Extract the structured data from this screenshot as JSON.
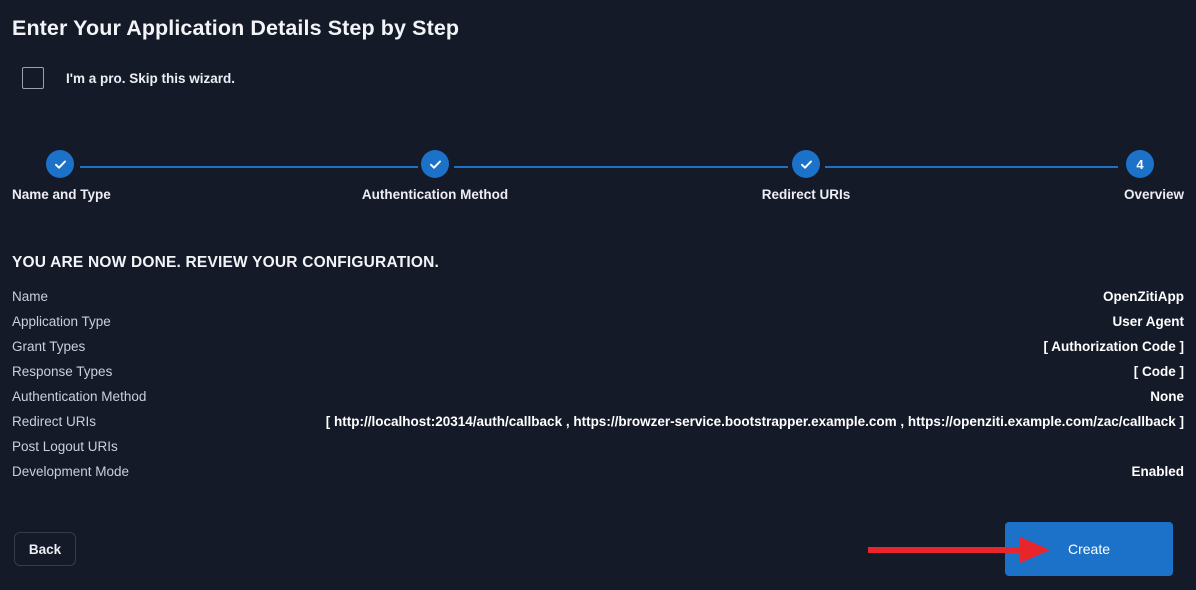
{
  "page": {
    "title": "Enter Your Application Details Step by Step"
  },
  "skip": {
    "label": "I'm a pro. Skip this wizard.",
    "checked": false
  },
  "stepper": {
    "steps": [
      {
        "index": "1",
        "label": "Name and Type",
        "state": "complete",
        "glyph": "check"
      },
      {
        "index": "2",
        "label": "Authentication Method",
        "state": "complete",
        "glyph": "check"
      },
      {
        "index": "3",
        "label": "Redirect URIs",
        "state": "complete",
        "glyph": "check"
      },
      {
        "index": "4",
        "label": "Overview",
        "state": "current",
        "glyph": "4"
      }
    ]
  },
  "review": {
    "heading": "YOU ARE NOW DONE. REVIEW YOUR CONFIGURATION.",
    "rows": [
      {
        "key": "Name",
        "value": "OpenZitiApp"
      },
      {
        "key": "Application Type",
        "value": "User Agent"
      },
      {
        "key": "Grant Types",
        "value": "[ Authorization Code ]"
      },
      {
        "key": "Response Types",
        "value": "[ Code ]"
      },
      {
        "key": "Authentication Method",
        "value": "None"
      },
      {
        "key": "Redirect URIs",
        "value": "[ http://localhost:20314/auth/callback , https://browzer-service.bootstrapper.example.com , https://openziti.example.com/zac/callback ]"
      },
      {
        "key": "Post Logout URIs",
        "value": ""
      },
      {
        "key": "Development Mode",
        "value": "Enabled"
      }
    ]
  },
  "footer": {
    "back_label": "Back",
    "create_label": "Create"
  },
  "colors": {
    "background": "#141a28",
    "accent_blue": "#1c72c8",
    "annotation_red": "#e8252b",
    "text_primary": "#f2f4f8",
    "text_secondary": "#c9cfdb"
  }
}
